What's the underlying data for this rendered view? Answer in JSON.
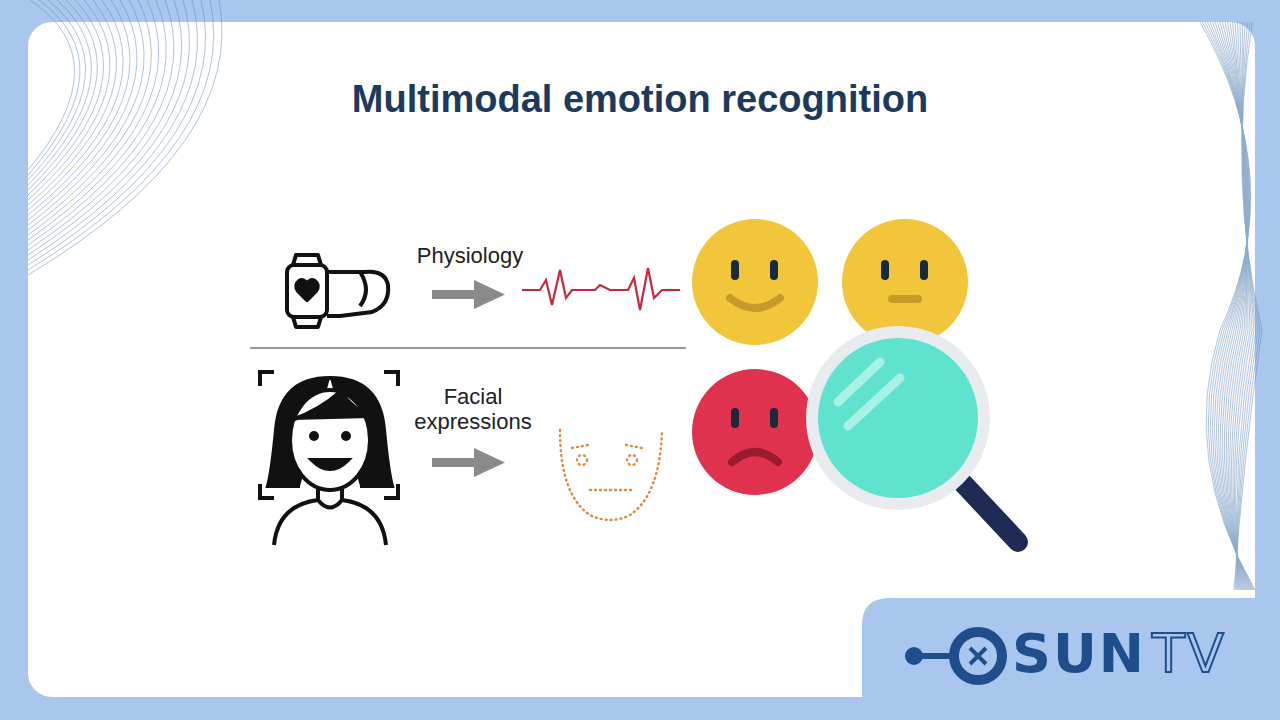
{
  "diagram": {
    "title": "Multimodal emotion recognition",
    "labels": [
      "Physiology",
      "Facial expressions",
      "SUN",
      "TV"
    ]
  }
}
